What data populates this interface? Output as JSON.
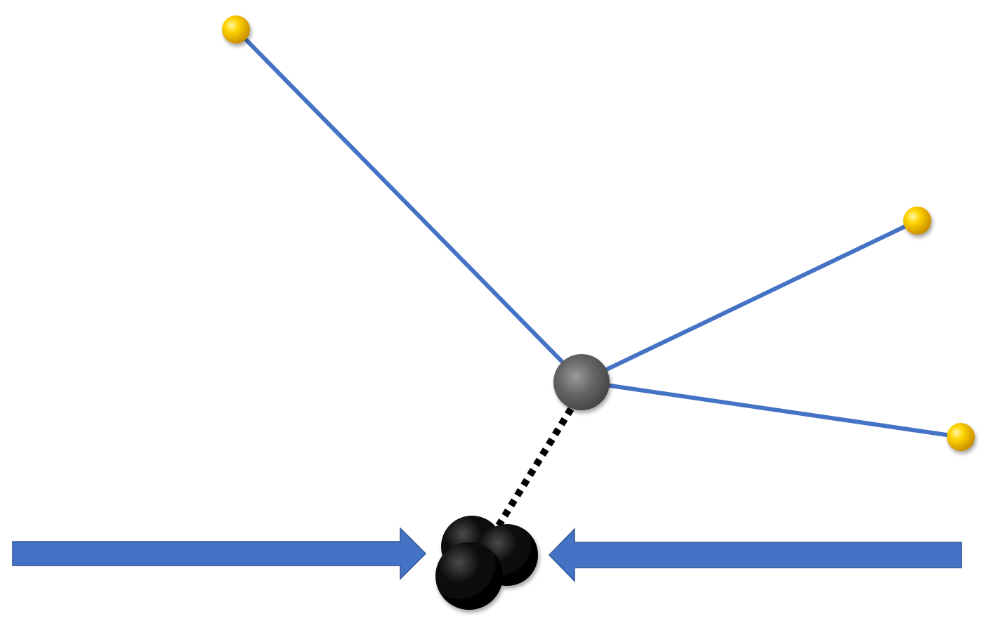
{
  "diagram": {
    "type": "molecular-schematic",
    "colors": {
      "bond": "#4472C4",
      "arrow": "#4472C4",
      "arrow_border": "#2F5597",
      "terminal_atom": "#FFCC00",
      "central_atom": "#666666",
      "cluster_atom": "#000000",
      "interaction_line": "#000000",
      "background": "#FFFFFF"
    },
    "icons": {
      "terminal_atom": "yellow-sphere-icon",
      "central_atom": "gray-sphere-icon",
      "cluster": "black-sphere-cluster-icon",
      "arrow": "block-arrow-icon"
    },
    "elements": {
      "terminal_atoms": 3,
      "bonds": "solid",
      "interaction": "dotted",
      "arrows": [
        "right",
        "left"
      ]
    }
  }
}
